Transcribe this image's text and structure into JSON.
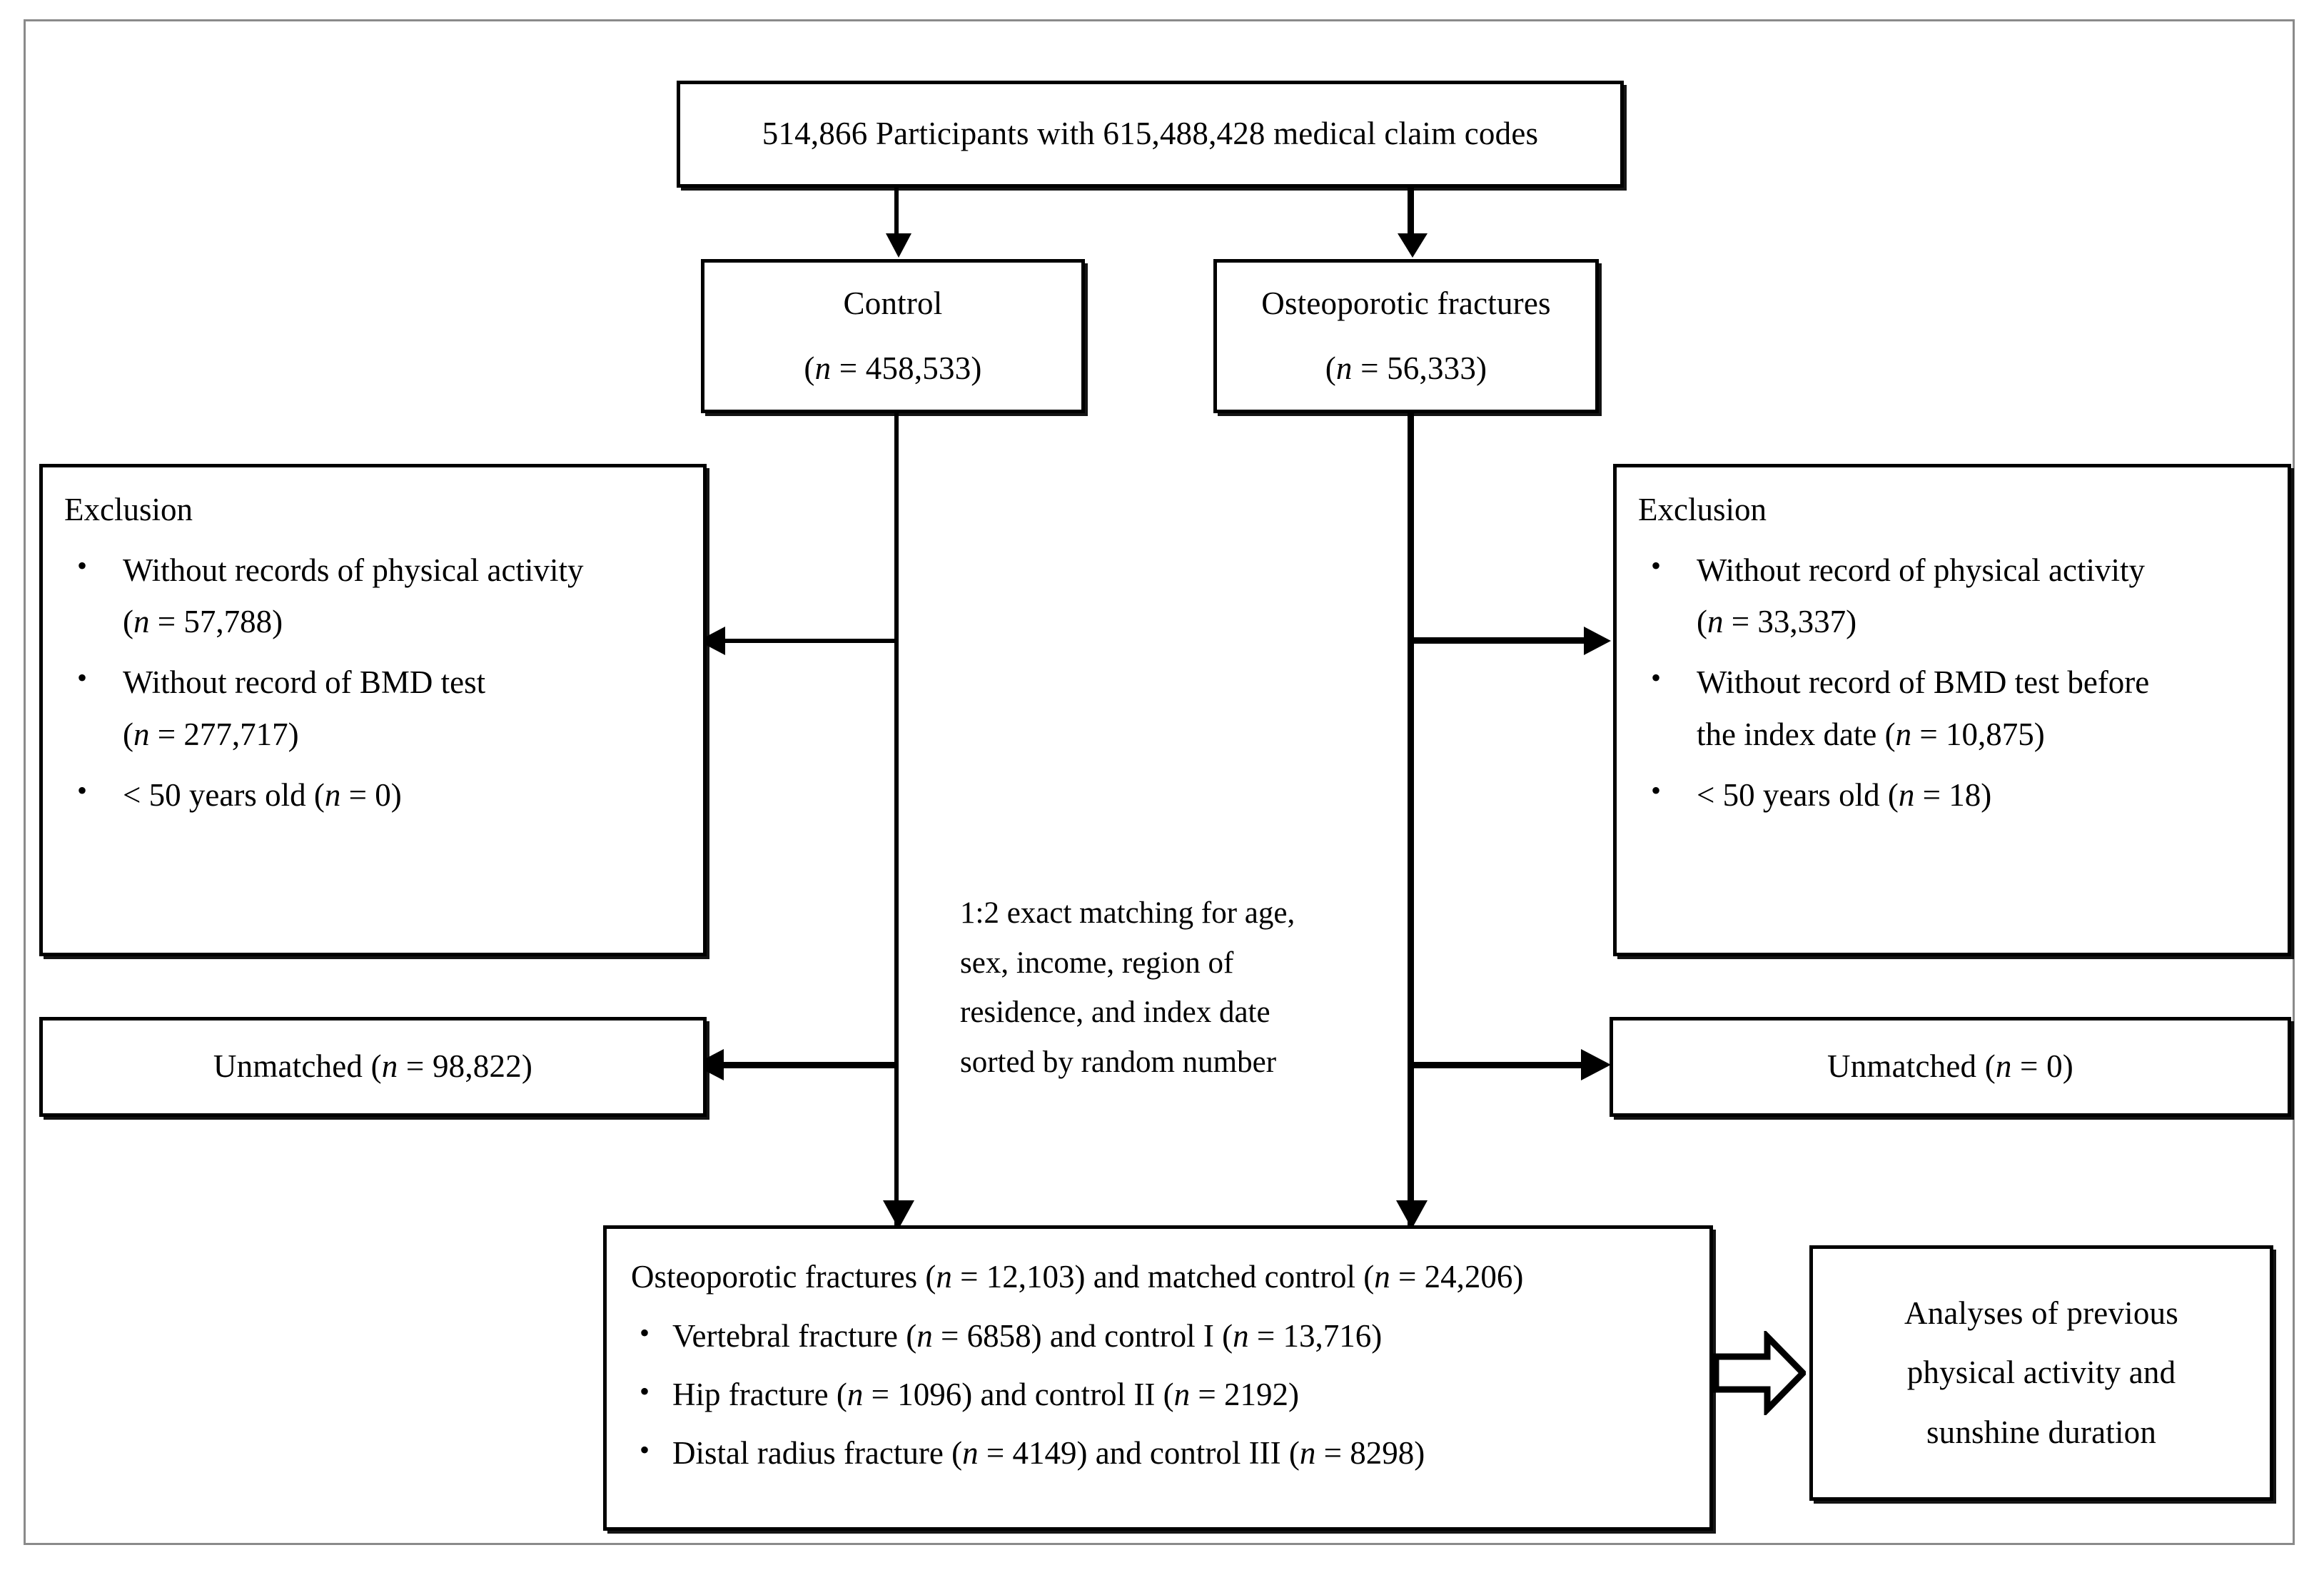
{
  "figure": {
    "type": "study-flow-diagram",
    "title": "Participant selection flowchart"
  },
  "top_box": {
    "text": "514,866 Participants with  615,488,428 medical claim codes",
    "participants": "514,866",
    "claim_codes": "615,488,428"
  },
  "control_box": {
    "label": "Control",
    "n_prefix": "(",
    "n_italic": "n",
    "n_value": " = 458,533)"
  },
  "case_box": {
    "label": "Osteoporotic fractures",
    "n_prefix": "(",
    "n_italic": "n",
    "n_value": " = 56,333)"
  },
  "exclusion_left": {
    "title": "Exclusion",
    "items": [
      {
        "line1": "Without records of physical activity",
        "line2_prefix": "(",
        "line2_italic": "n",
        "line2_value": " = 57,788)"
      },
      {
        "line1": "Without record of BMD test",
        "line2_prefix": "(",
        "line2_italic": "n",
        "line2_value": " = 277,717)"
      },
      {
        "line1": "< 50 years old (",
        "line2_italic": "n",
        "line2_value": " = 0)"
      }
    ]
  },
  "exclusion_right": {
    "title": "Exclusion",
    "items": [
      {
        "line1": "Without record of physical activity",
        "line2_prefix": "(",
        "line2_italic": "n",
        "line2_value": " = 33,337)"
      },
      {
        "line1": "Without record of BMD test before",
        "line2_prefix": "the index date (",
        "line2_italic": "n",
        "line2_value": " = 10,875)"
      },
      {
        "line1": "< 50 years old (",
        "line2_italic": "n",
        "line2_value": " = 18)"
      }
    ]
  },
  "unmatched_left": {
    "label": "Unmatched (",
    "italic": "n",
    "value": " = 98,822)"
  },
  "unmatched_right": {
    "label": "Unmatched (",
    "italic": "n",
    "value": " = 0)"
  },
  "matching_note": {
    "line1": "1:2 exact matching for age,",
    "line2": "sex, income, region of",
    "line3": "residence, and index date",
    "line4": "sorted by random number",
    "full_text": "1:2 exact matching for age, sex, income, region of residence, and index date sorted by random number"
  },
  "results_box": {
    "head_a": "Osteoporotic fractures (",
    "head_i1": "n",
    "head_b": " = 12,103) and matched control (",
    "head_i2": "n",
    "head_c": " = 24,206)",
    "items": [
      {
        "a": "Vertebral fracture (",
        "i1": "n",
        "b": " = 6858) and control I (",
        "i2": "n",
        "c": " = 13,716)"
      },
      {
        "a": "Hip fracture (",
        "i1": "n",
        "b": " = 1096) and control II (",
        "i2": "n",
        "c": " = 2192)"
      },
      {
        "a": "Distal radius fracture (",
        "i1": "n",
        "b": " = 4149) and control III (",
        "i2": "n",
        "c": " = 8298)"
      }
    ]
  },
  "analyses_box": {
    "line1": "Analyses of previous",
    "line2": "physical activity and",
    "line3": "sunshine duration"
  },
  "colors": {
    "stroke": "#000000",
    "frame": "#8a8a8a",
    "background": "#ffffff"
  },
  "icons": {
    "bullet": "•",
    "block_arrow": "block-arrow-right-icon"
  }
}
